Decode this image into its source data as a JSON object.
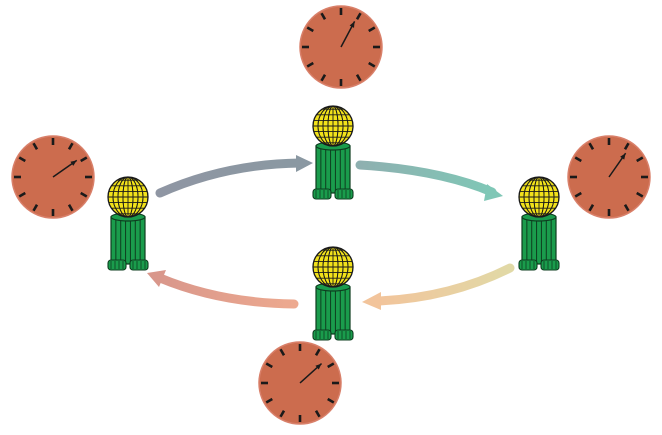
{
  "diagram": {
    "colors": {
      "clock_face": "#cc6c4e",
      "clock_rim": "#d9806a",
      "clock_tick": "#1a1a1a",
      "globe_fill": "#f2e21a",
      "globe_line": "#1a1a1a",
      "body_fill": "#1a9c4c",
      "body_line": "#0d3d1f",
      "arrow_top_left": [
        "#8f96a3",
        "#8a98a2"
      ],
      "arrow_top_right": [
        "#8eb0b0",
        "#7fc7b6"
      ],
      "arrow_bottom_right": [
        "#e1d9a6",
        "#f2c49b"
      ],
      "arrow_bottom_left": [
        "#eda98f",
        "#d9978b"
      ]
    },
    "nodes": [
      {
        "id": "left",
        "icon": "clock-globe-figure"
      },
      {
        "id": "top",
        "icon": "clock-globe-figure"
      },
      {
        "id": "right",
        "icon": "clock-globe-figure"
      },
      {
        "id": "bottom",
        "icon": "clock-globe-figure"
      }
    ]
  }
}
